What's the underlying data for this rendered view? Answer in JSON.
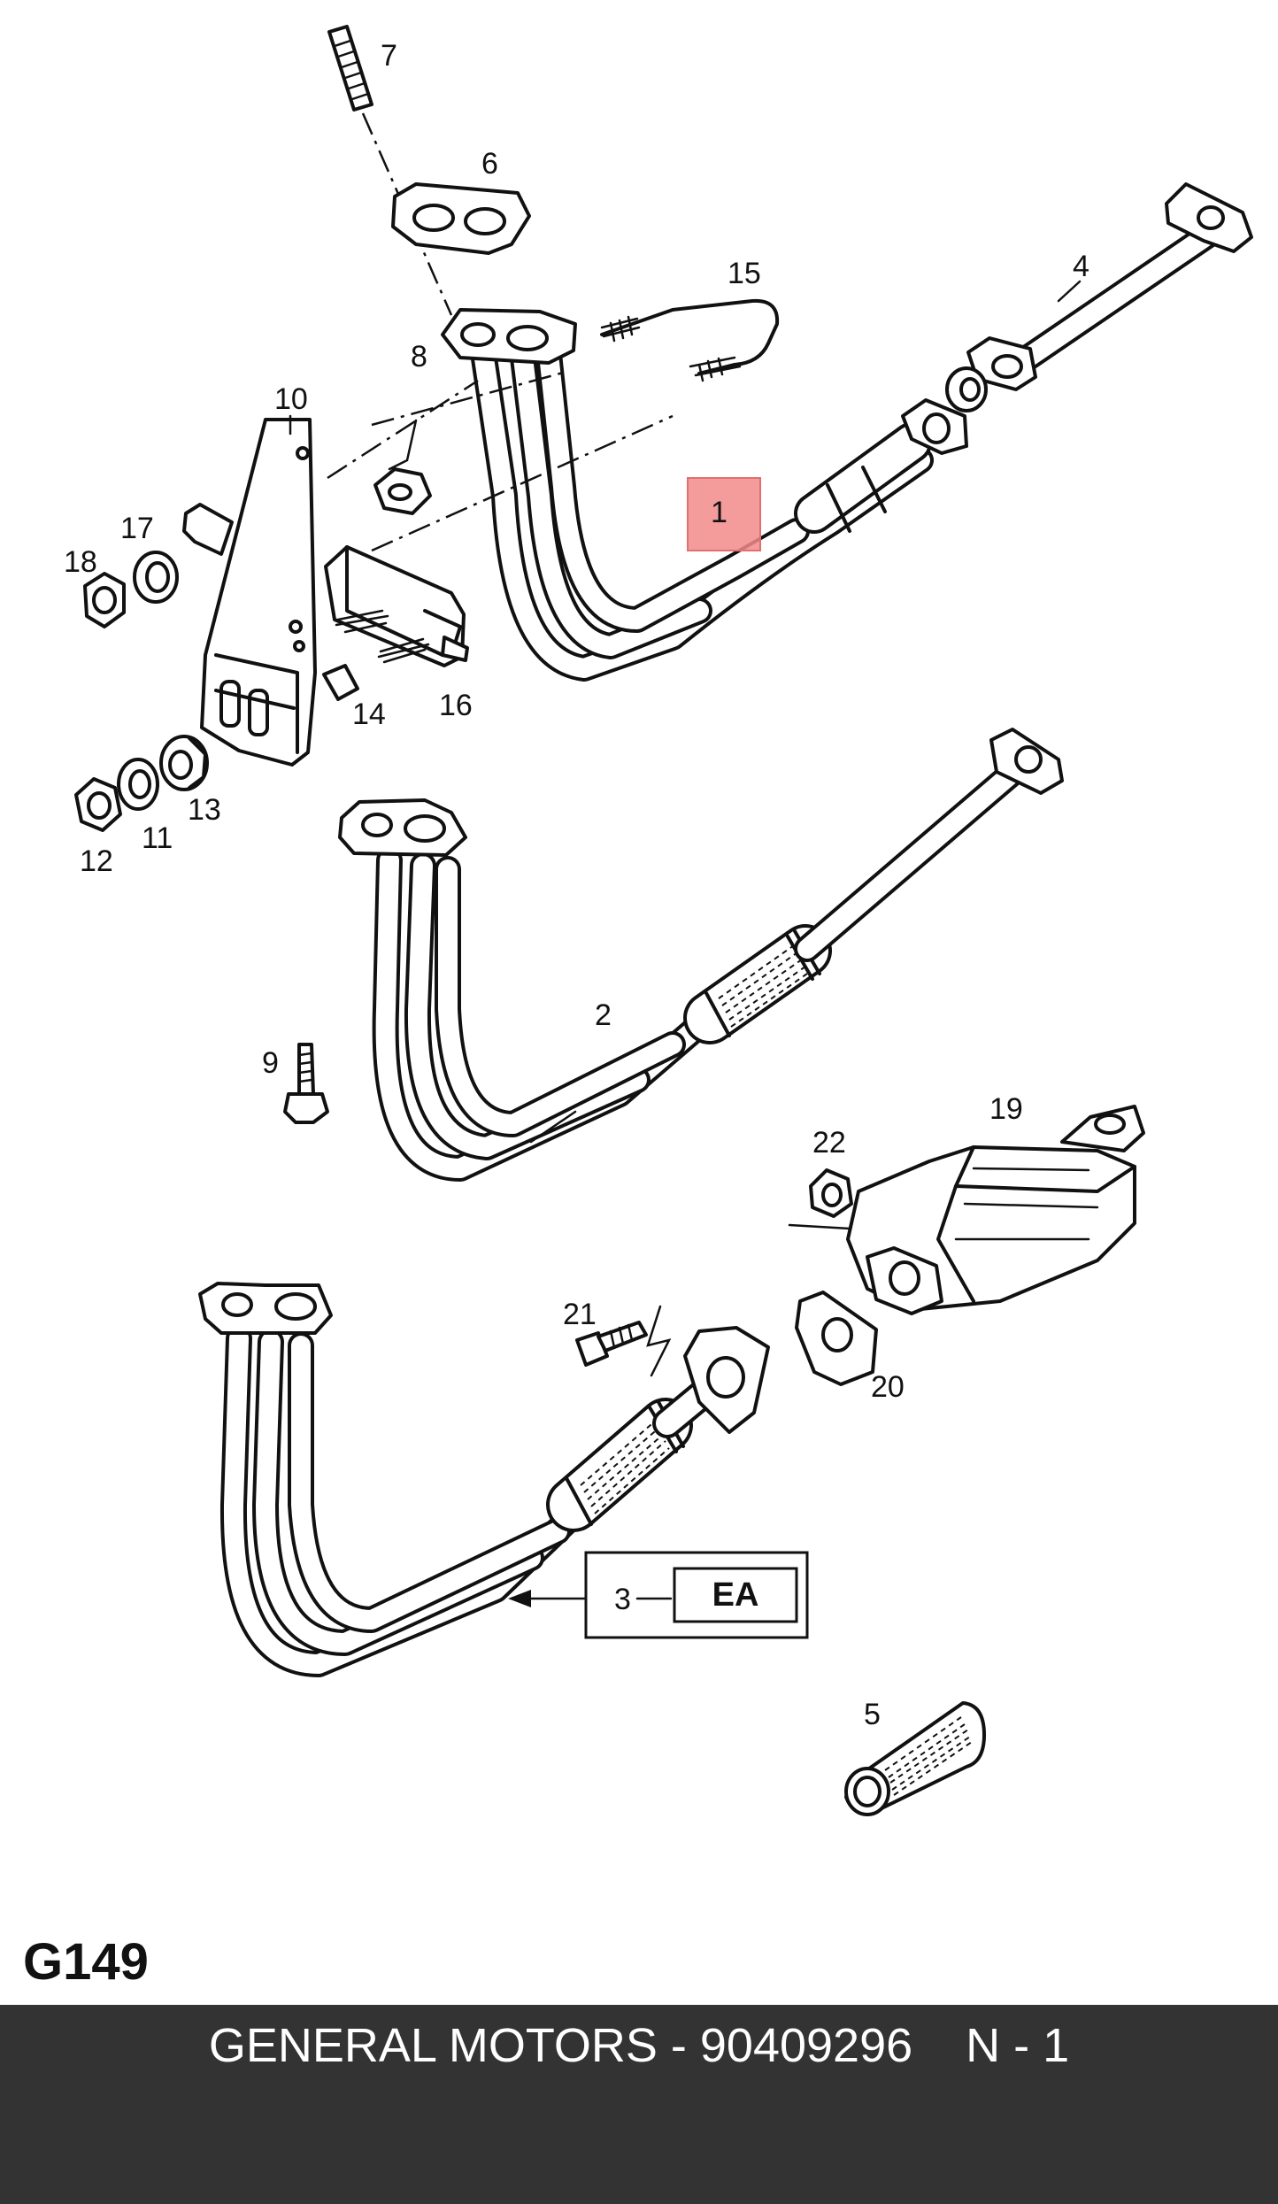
{
  "diagram": {
    "code": "G149",
    "highlight_color": "#f28b8b",
    "callouts": {
      "c1": "1",
      "c2": "2",
      "c3": "3",
      "c4": "4",
      "c5": "5",
      "c6": "6",
      "c7": "7",
      "c8": "8",
      "c9": "9",
      "c10": "10",
      "c11": "11",
      "c12": "12",
      "c13": "13",
      "c14": "14",
      "c15": "15",
      "c16": "16",
      "c17": "17",
      "c18": "18",
      "c19": "19",
      "c20": "20",
      "c21": "21",
      "c22": "22"
    },
    "variant_label": "EA"
  },
  "footer": {
    "text": "GENERAL MOTORS - 90409296    N - 1",
    "background": "#333333",
    "color": "#ffffff"
  }
}
